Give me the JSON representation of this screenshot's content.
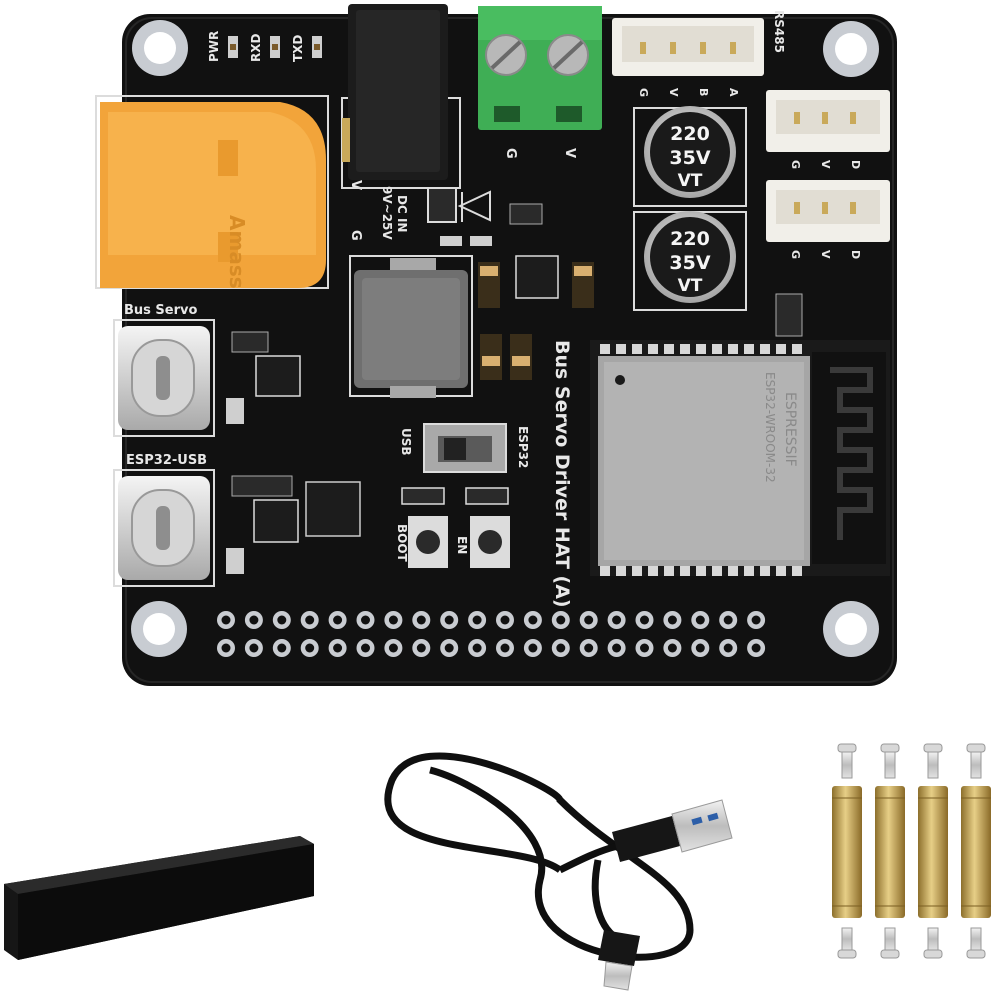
{
  "board": {
    "silkscreen": {
      "led_pwr": "PWR",
      "led_rxd": "RXD",
      "led_txd": "TXD",
      "rs485": "RS485",
      "rs485_pins": [
        "G",
        "V",
        "B",
        "A"
      ],
      "servo_pins": [
        "G",
        "V",
        "D"
      ],
      "terminal_g": "G",
      "terminal_v": "V",
      "xt30_v": "V",
      "xt30_g": "G",
      "dc_in": "DC IN",
      "dc_range": "9V~25V",
      "bus_servo": "Bus Servo",
      "esp32_usb": "ESP32-USB",
      "switch_usb": "USB",
      "switch_esp32": "ESP32",
      "boot": "BOOT",
      "en": "EN",
      "board_name": "Bus Servo Driver HAT (A)"
    },
    "capacitor": {
      "value": "220",
      "voltage": "35V",
      "series": "VT"
    },
    "module": {
      "brand": "ESPRESSIF",
      "model": "ESP32-WROOM-32"
    }
  },
  "colors": {
    "pcb": "#111111",
    "connector_yellow": "#f2a43a",
    "terminal_green": "#3fae55",
    "header_brass": "#c9a95a",
    "silkscreen": "#e8e8e8"
  }
}
